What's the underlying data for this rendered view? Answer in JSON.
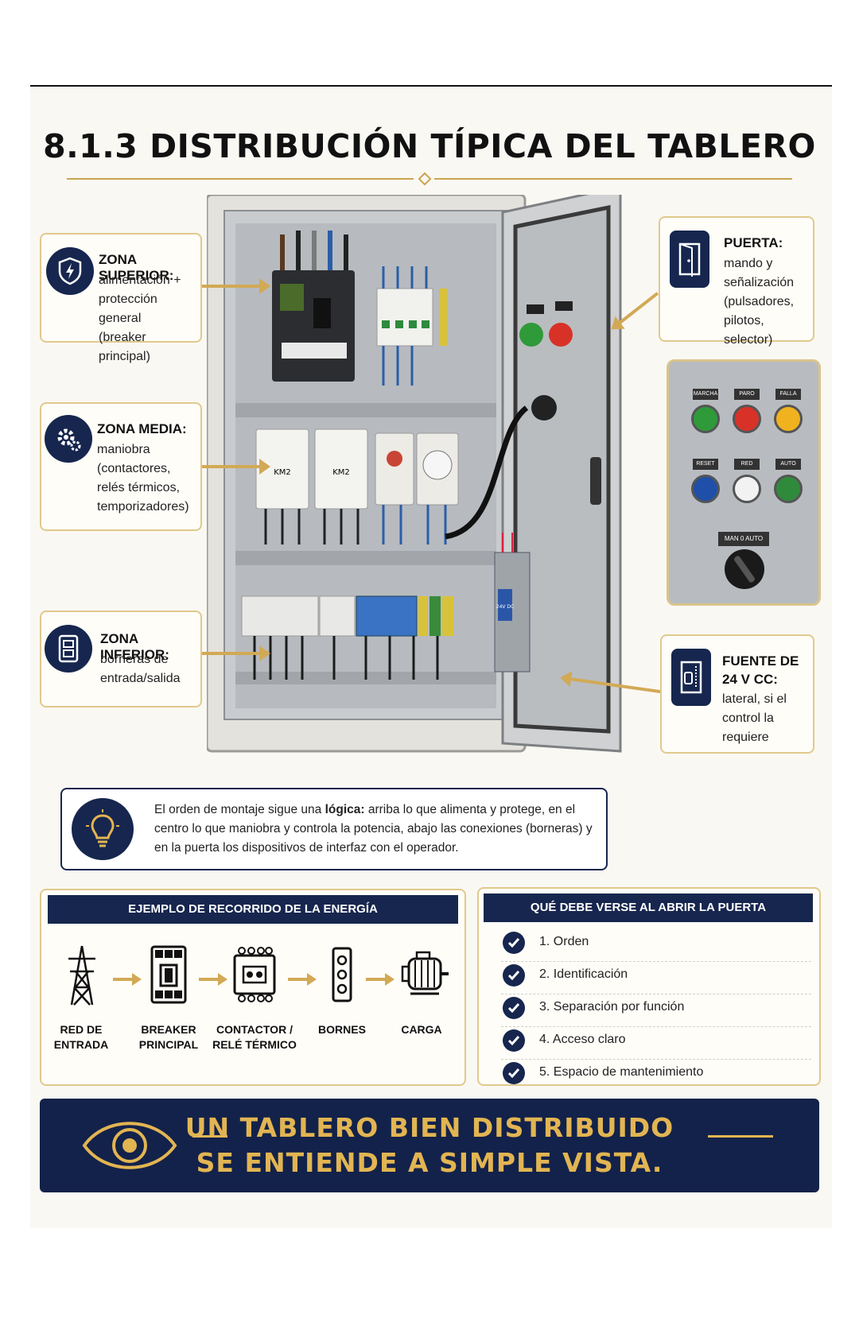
{
  "title": "8.1.3 DISTRIBUCIÓN TÍPICA DEL TABLERO",
  "zones": {
    "superior": {
      "title": "ZONA SUPERIOR:",
      "lines": [
        "alimentación +",
        "protección general",
        "(breaker principal)"
      ]
    },
    "media": {
      "title": "ZONA MEDIA:",
      "lines": [
        "maniobra",
        "(contactores,",
        "relés térmicos,",
        "temporizadores)"
      ]
    },
    "inferior": {
      "title": "ZONA INFERIOR:",
      "lines": [
        "borneras de",
        "entrada/salida"
      ]
    },
    "puerta": {
      "title": "PUERTA:",
      "lines": [
        "mando y",
        "señalización",
        "(pulsadores,",
        "pilotos, selector)"
      ]
    },
    "fuente": {
      "title_lines": [
        "FUENTE DE",
        "24 V CC:"
      ],
      "lines": [
        "lateral, si el",
        "control la",
        "requiere"
      ]
    }
  },
  "panel": {
    "contactor_labels": [
      "KM2",
      "KM2"
    ],
    "door_buttons": [
      {
        "label": "MARCHA",
        "color": "#2e9a3a"
      },
      {
        "label": "PARO",
        "color": "#d83228"
      },
      {
        "label": "FALLA",
        "color": "#f0b21e"
      },
      {
        "label": "RESET",
        "color": "#1f4fa8"
      },
      {
        "label": "RED",
        "color": "#f2f2f2"
      },
      {
        "label": "AUTO",
        "color": "#2f8a3c"
      }
    ],
    "selector_label": "MAN  0  AUTO",
    "psu_label": "24V DC"
  },
  "tip": {
    "pre": "El orden de montaje sigue una ",
    "bold": "lógica:",
    "post": " arriba lo que alimenta y protege, en el centro lo que maniobra y controla la potencia, abajo las conexiones (borneras) y en la puerta los dispositivos de interfaz con el operador."
  },
  "energy": {
    "header": "EJEMPLO DE RECORRIDO DE LA ENERGÍA",
    "steps": [
      {
        "icon": "transmission-tower-icon",
        "lines": [
          "RED DE",
          "ENTRADA"
        ]
      },
      {
        "icon": "breaker-icon",
        "lines": [
          "BREAKER",
          "PRINCIPAL"
        ]
      },
      {
        "icon": "contactor-icon",
        "lines": [
          "CONTACTOR /",
          "RELÉ TÉRMICO"
        ]
      },
      {
        "icon": "terminal-icon",
        "lines": [
          "BORNES"
        ]
      },
      {
        "icon": "motor-icon",
        "lines": [
          "CARGA"
        ]
      }
    ]
  },
  "checklist": {
    "header": "QUÉ DEBE VERSE AL ABRIR LA PUERTA",
    "items": [
      "1. Orden",
      "2. Identificación",
      "3. Separación por función",
      "4. Acceso claro",
      "5. Espacio de mantenimiento"
    ]
  },
  "banner": {
    "line1": "UN  TABLERO BIEN  DISTRIBUIDO",
    "line2": "SE ENTIENDE A  SIMPLE VISTA."
  },
  "colors": {
    "navy": "#16264e",
    "gold": "#d2a955",
    "background": "#faf8f3"
  }
}
